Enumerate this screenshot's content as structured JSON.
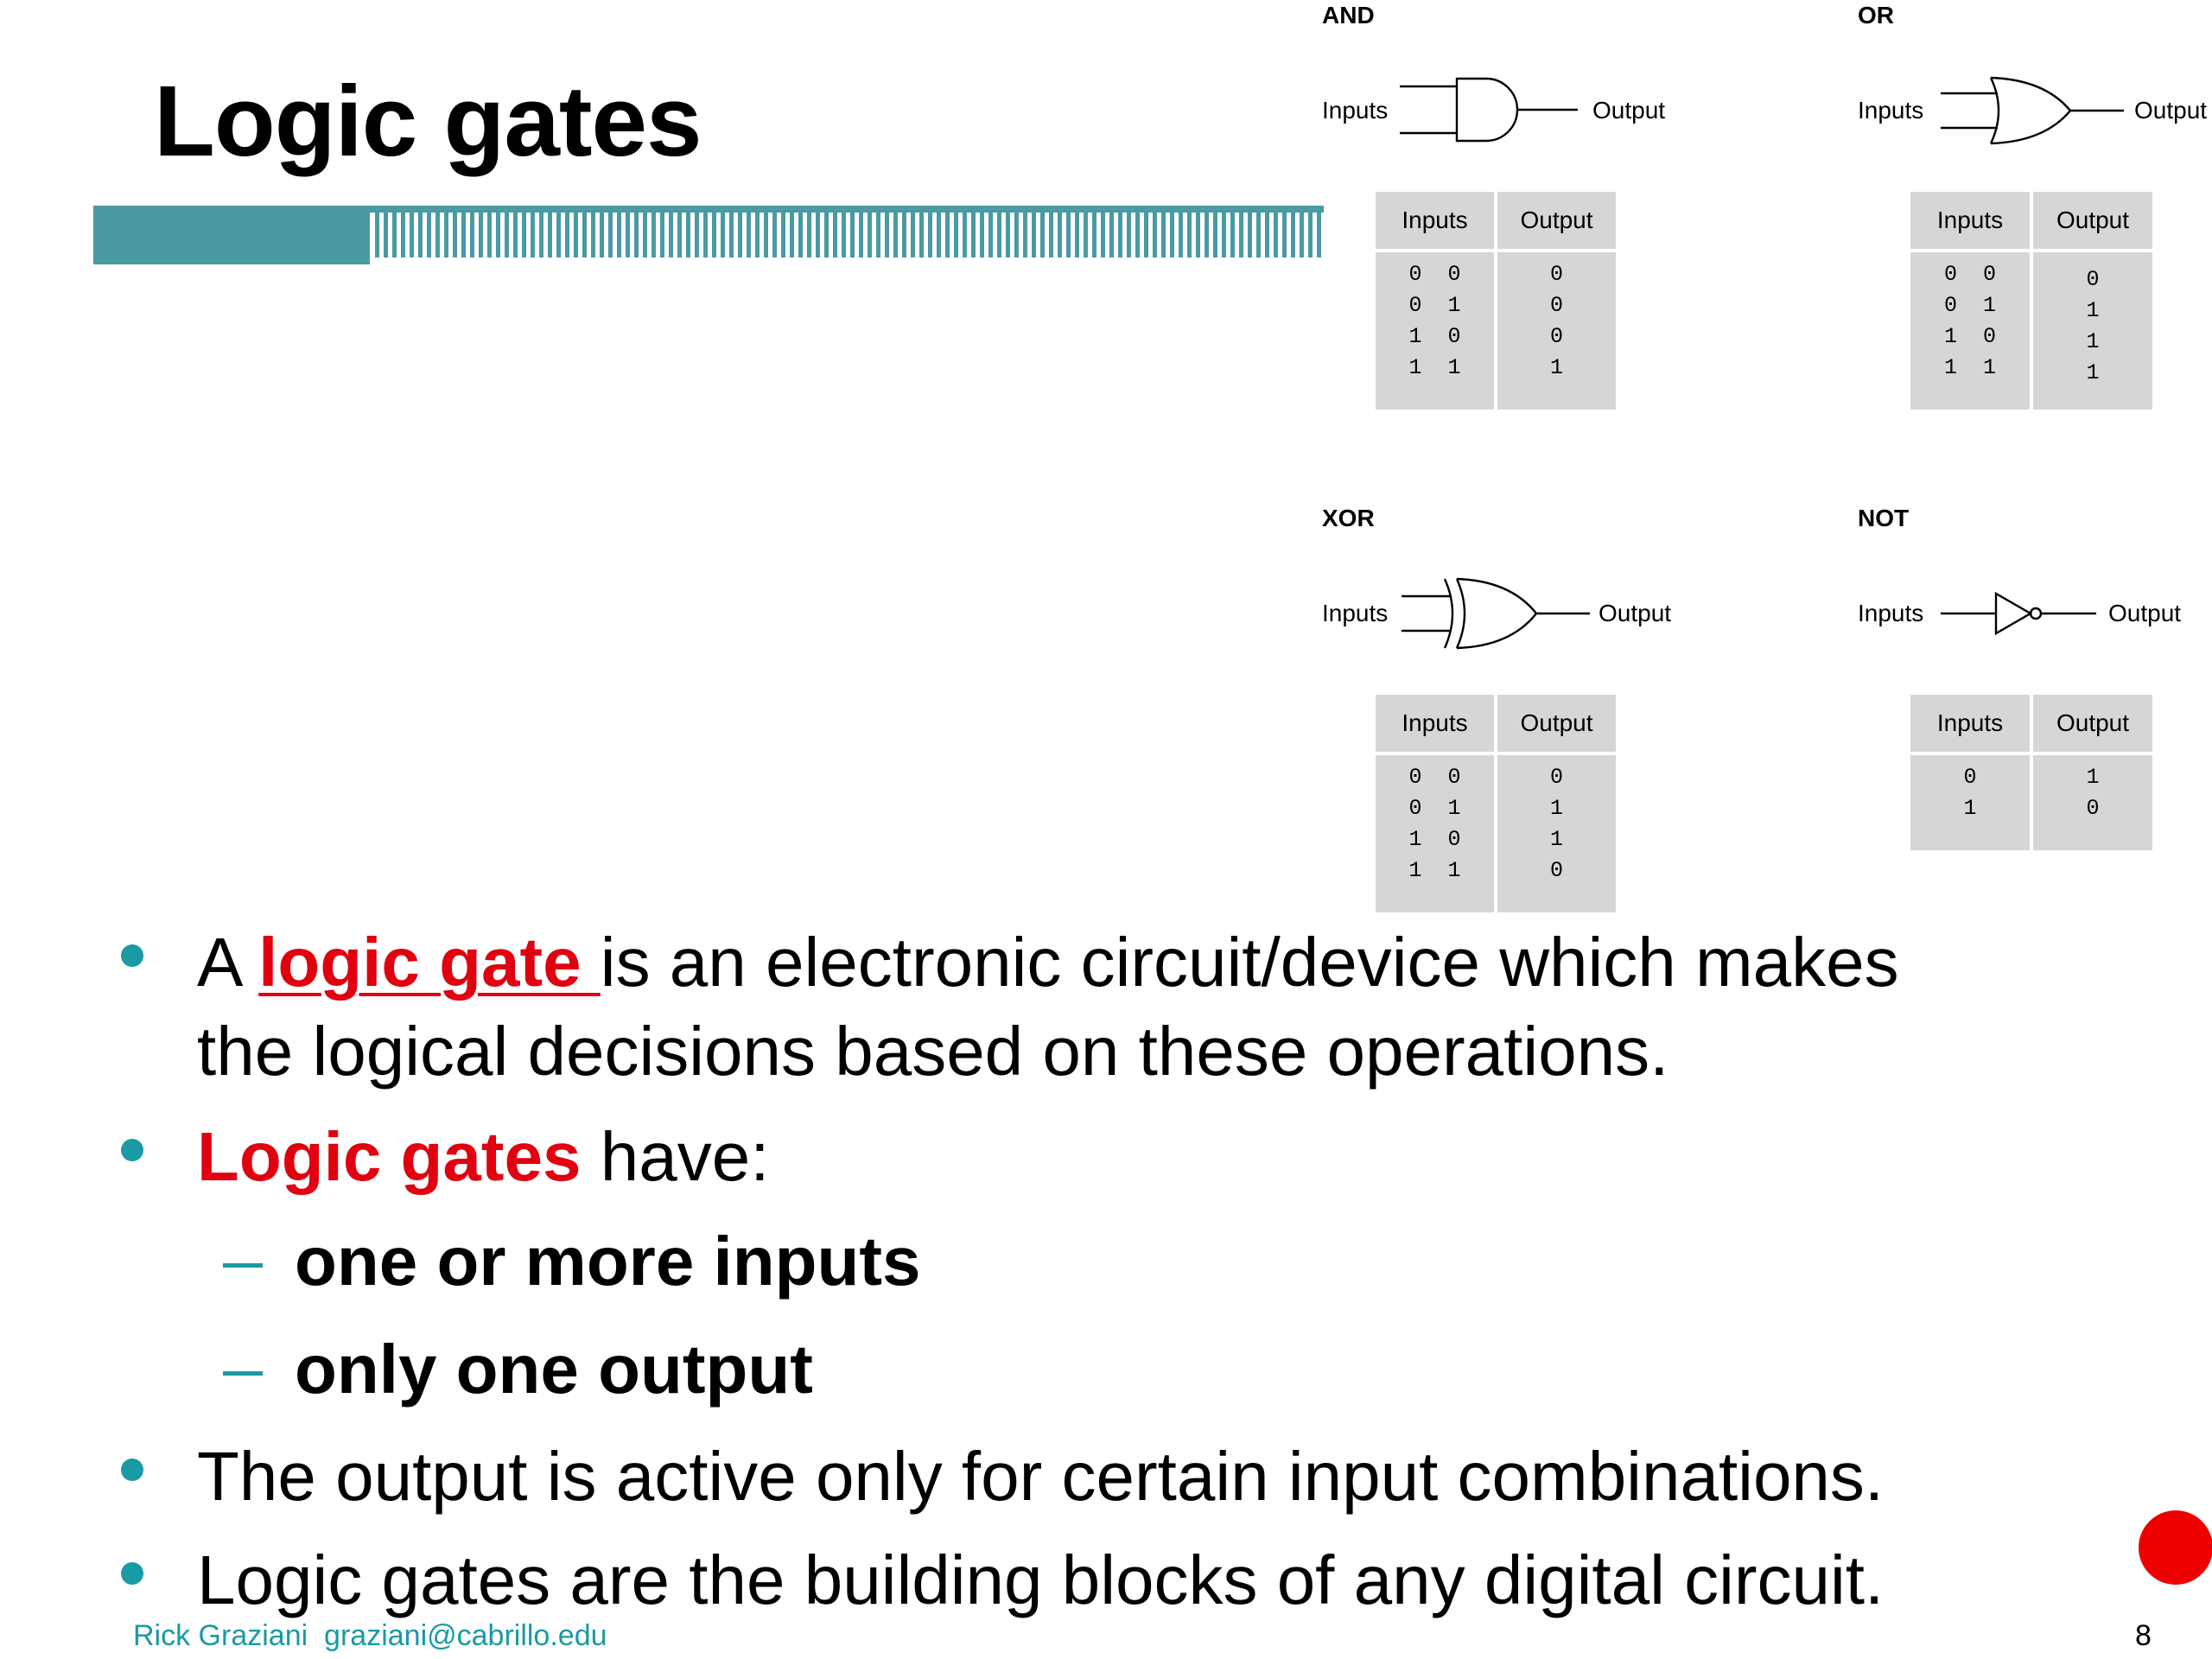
{
  "slide": {
    "title": "Logic gates",
    "page_number": "8",
    "footer": "Rick Graziani  graziani@cabrillo.edu"
  },
  "gates": {
    "and": {
      "name": "AND",
      "inputs_label": "Inputs",
      "output_label": "Output",
      "table": {
        "head_in": "Inputs",
        "head_out": "Output",
        "rows_in": "0  0\n0  1\n1  0\n1  1",
        "rows_out": "0\n0\n0\n1"
      }
    },
    "or": {
      "name": "OR",
      "inputs_label": "Inputs",
      "output_label": "Output",
      "table": {
        "head_in": "Inputs",
        "head_out": "Output",
        "rows_in": "0  0\n0  1\n1  0\n1  1",
        "rows_out": "0\n1\n1\n1"
      }
    },
    "xor": {
      "name": "XOR",
      "inputs_label": "Inputs",
      "output_label": "Output",
      "table": {
        "head_in": "Inputs",
        "head_out": "Output",
        "rows_in": "0  0\n0  1\n1  0\n1  1",
        "rows_out": "0\n1\n1\n0"
      }
    },
    "not": {
      "name": "NOT",
      "inputs_label": "Inputs",
      "output_label": "Output",
      "table": {
        "head_in": "Inputs",
        "head_out": "Output",
        "rows_in": "0\n1",
        "rows_out": "1\n0"
      }
    }
  },
  "bullets": {
    "b1": {
      "a": "A ",
      "term": "logic gate ",
      "rest_line1": "is an electronic circuit/device which makes",
      "line2": "the logical decisions based on these operations."
    },
    "b2": {
      "term": "Logic gates",
      "rest": " have:"
    },
    "sub1": "one or more inputs",
    "sub2": "only one output",
    "b3": "The output is active only for certain input combinations.",
    "b4": "Logic gates are the building blocks of any digital circuit."
  },
  "colors": {
    "accent_teal": "#1a9aa3",
    "bar_teal": "#4a9aa3",
    "highlight_red": "#e0000f"
  }
}
